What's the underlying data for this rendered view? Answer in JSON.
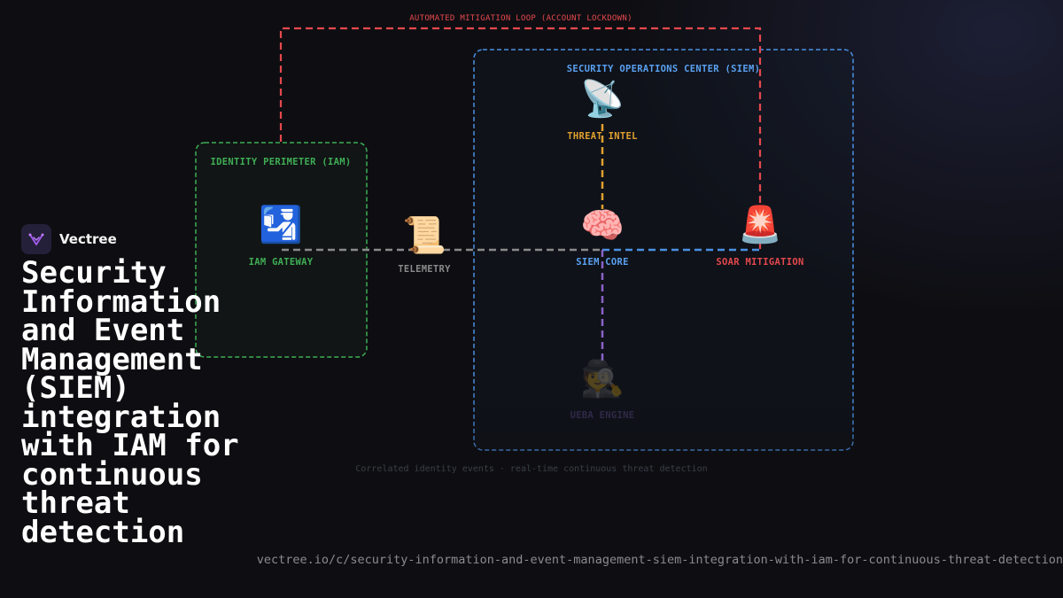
{
  "brand": {
    "name": "Vectree",
    "logo_icon": "vectree-logo-icon"
  },
  "title": "Security Information and Event Management (SIEM) integration with IAM for continuous threat detection",
  "url": "vectree.io/c/security-information-and-event-management-siem-integration-with-iam-for-continuous-threat-detection",
  "diagram": {
    "loop_label": "AUTOMATED MITIGATION LOOP (ACCOUNT LOCKDOWN)",
    "groups": {
      "iam": "IDENTITY PERIMETER (IAM)",
      "soc": "SECURITY OPERATIONS CENTER (SIEM)"
    },
    "nodes": {
      "iam_gateway": {
        "label": "IAM GATEWAY",
        "icon": "🛂",
        "icon_name": "passport-control-icon"
      },
      "telemetry": {
        "label": "TELEMETRY",
        "icon": "📜",
        "icon_name": "scroll-icon"
      },
      "threat_intel": {
        "label": "THREAT INTEL",
        "icon": "📡",
        "icon_name": "satellite-antenna-icon"
      },
      "siem_core": {
        "label": "SIEM CORE",
        "icon": "🧠",
        "icon_name": "brain-icon"
      },
      "soar": {
        "label": "SOAR MITIGATION",
        "icon": "🚨",
        "icon_name": "siren-icon"
      },
      "ueba": {
        "label": "UEBA ENGINE",
        "icon": "🕵️",
        "icon_name": "detective-icon"
      }
    },
    "footer_caption": "Correlated identity events · real-time continuous threat detection"
  },
  "colors": {
    "background": "#0e0e12",
    "iam_green": "#3fae55",
    "soc_blue": "#4a90e2",
    "loop_red": "#e5484d",
    "intel_amber": "#e0a030",
    "ueba_purple": "#8a63c8",
    "telemetry_gray": "#8a8a8a"
  }
}
